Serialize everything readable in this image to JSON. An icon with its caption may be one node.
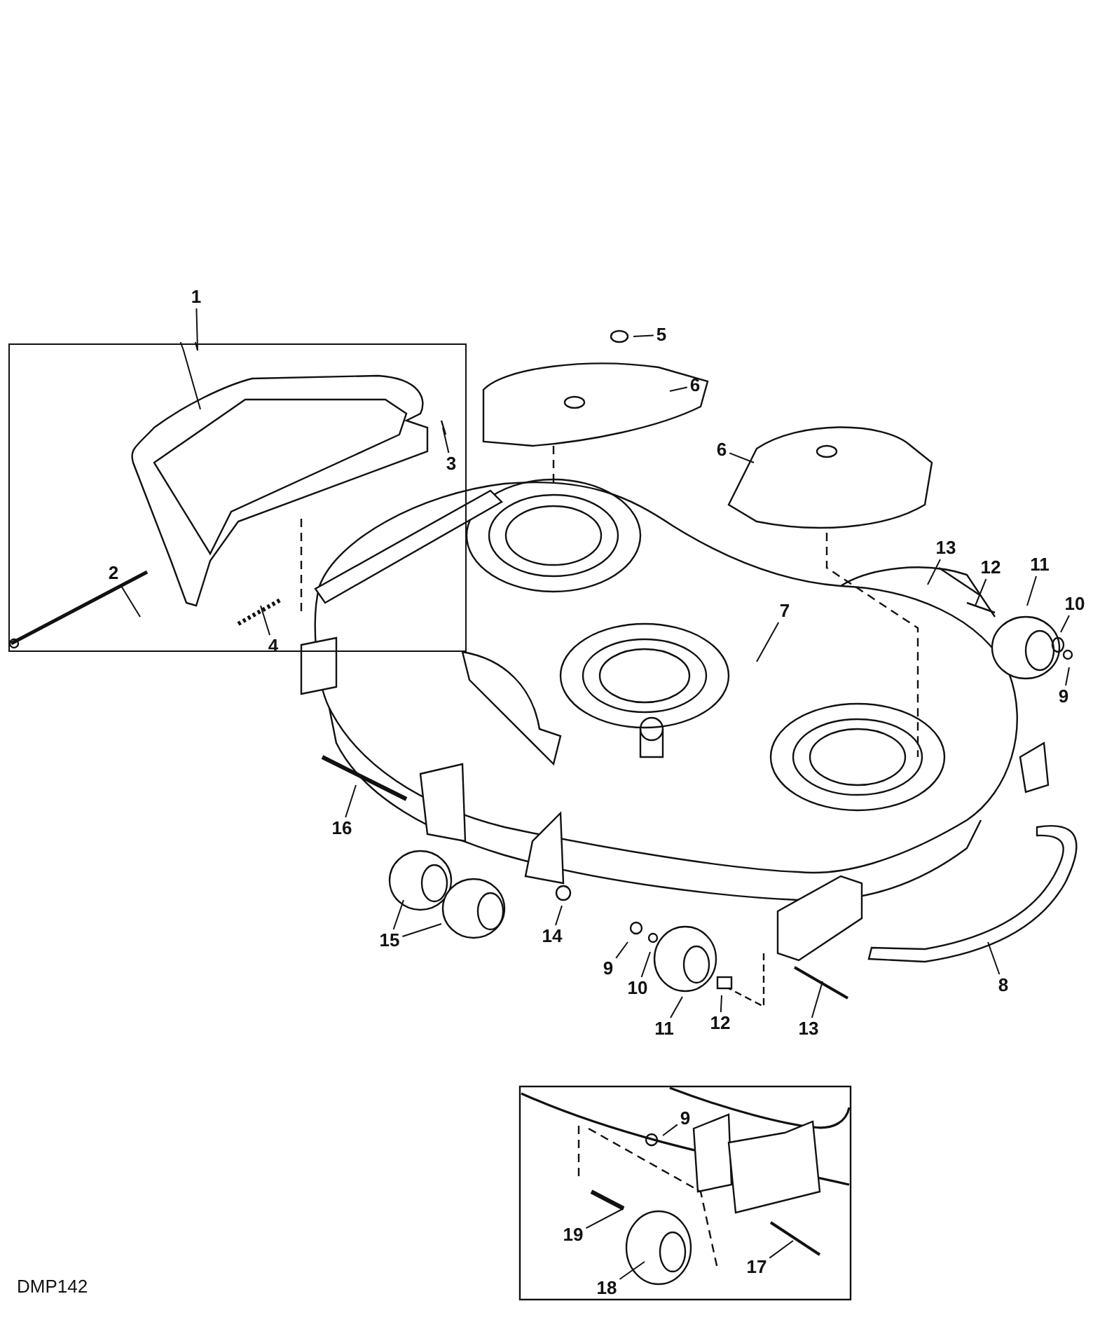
{
  "diagram": {
    "nodes": [
      {
        "text": [
          "1"
        ]
      },
      {
        "text": [
          "5"
        ]
      },
      {
        "text": [
          "6"
        ]
      },
      {
        "text": [
          "6"
        ]
      },
      {
        "text": [
          "3"
        ],
        "in": 26
      },
      {
        "text": [
          "13"
        ]
      },
      {
        "text": [
          "12"
        ]
      },
      {
        "text": [
          "11"
        ]
      },
      {
        "text": [
          "10"
        ]
      },
      {
        "text": [
          "2"
        ],
        "in": 26
      },
      {
        "text": [
          "4"
        ],
        "in": 26
      },
      {
        "text": [
          "9"
        ]
      },
      {
        "text": [
          "7"
        ]
      },
      {
        "text": [
          "16"
        ]
      },
      {
        "text": [
          "15"
        ]
      },
      {
        "text": [
          "14"
        ]
      },
      {
        "text": [
          "9"
        ]
      },
      {
        "text": [
          "10"
        ]
      },
      {
        "text": [
          "8"
        ]
      },
      {
        "text": [
          "11"
        ]
      },
      {
        "text": [
          "12"
        ]
      },
      {
        "text": [
          "13"
        ]
      },
      {
        "text": [
          "9"
        ]
      },
      {
        "text": [
          "19"
        ]
      },
      {
        "text": [
          "17"
        ]
      },
      {
        "text": [
          "18"
        ]
      },
      {
        "text": [],
        "shape": "box"
      }
    ],
    "edges": [
      {
        "from": 0,
        "to": 26,
        "arrow": "none"
      },
      {
        "from": 26,
        "to": null,
        "arrow": "none"
      },
      {
        "from": 1,
        "to": null,
        "arrow": "none"
      },
      {
        "from": 2,
        "to": null,
        "arrow": "none"
      },
      {
        "from": 3,
        "to": null,
        "arrow": "none"
      },
      {
        "from": 4,
        "to": null,
        "arrow": "none"
      },
      {
        "from": 5,
        "to": null,
        "arrow": "none"
      },
      {
        "from": 6,
        "to": null,
        "arrow": "none"
      },
      {
        "from": 7,
        "to": null,
        "arrow": "none"
      },
      {
        "from": 8,
        "to": null,
        "arrow": "none"
      },
      {
        "from": 9,
        "to": null,
        "arrow": "none"
      },
      {
        "from": 10,
        "to": null,
        "arrow": "none"
      },
      {
        "from": 11,
        "to": null,
        "arrow": "none"
      },
      {
        "from": 12,
        "to": null,
        "arrow": "none"
      },
      {
        "from": 13,
        "to": null,
        "arrow": "none"
      },
      {
        "from": 14,
        "to": null,
        "arrow": "none"
      },
      {
        "from": 14,
        "to": null,
        "arrow": "none"
      },
      {
        "from": 15,
        "to": null,
        "arrow": "none"
      },
      {
        "from": 16,
        "to": null,
        "arrow": "none"
      },
      {
        "from": 17,
        "to": null,
        "arrow": "none"
      },
      {
        "from": 18,
        "to": null,
        "arrow": "none"
      },
      {
        "from": 19,
        "to": null,
        "arrow": "none"
      },
      {
        "from": 20,
        "to": null,
        "arrow": "none"
      },
      {
        "from": 21,
        "to": null,
        "arrow": "none"
      },
      {
        "from": 22,
        "to": null,
        "arrow": "none"
      },
      {
        "from": 23,
        "to": null,
        "arrow": "none"
      },
      {
        "from": 24,
        "to": null,
        "arrow": "none"
      },
      {
        "from": 25,
        "to": null,
        "arrow": "none"
      }
    ],
    "labels": [
      "DMP142"
    ]
  }
}
